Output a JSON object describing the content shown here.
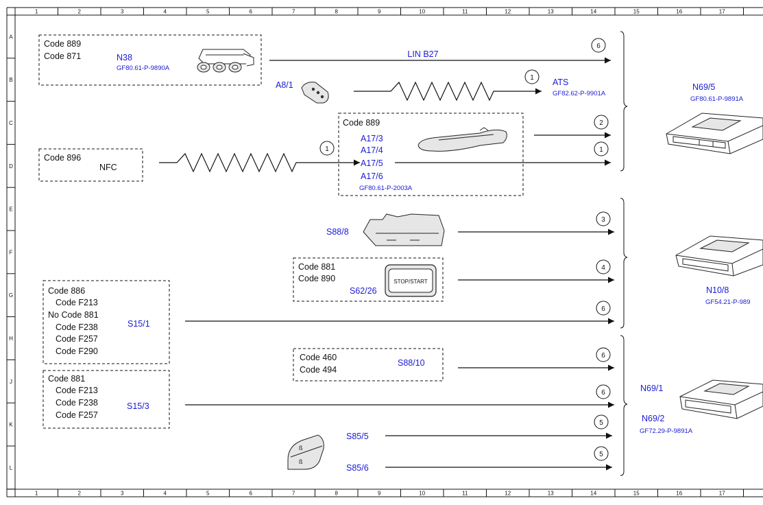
{
  "grid": {
    "columns": [
      "1",
      "2",
      "3",
      "4",
      "5",
      "6",
      "7",
      "8",
      "9",
      "10",
      "11",
      "12",
      "13",
      "14",
      "15",
      "16",
      "17"
    ],
    "rows": [
      "A",
      "B",
      "C",
      "D",
      "E",
      "F",
      "G",
      "H",
      "J",
      "K",
      "L"
    ]
  },
  "boxes": {
    "n38": {
      "codes": [
        "Code 889",
        "Code 871"
      ],
      "id": "N38",
      "ref": "GF80.61-P-9890A"
    },
    "nfc": {
      "code": "Code 896",
      "label": "NFC"
    },
    "door_handle": {
      "code": "Code 889",
      "ids": [
        "A17/3",
        "A17/4",
        "A17/5",
        "A17/6"
      ],
      "ref": "GF80.61-P-2003A"
    },
    "s62": {
      "codes": [
        "Code 881",
        "Code 890"
      ],
      "id": "S62/26",
      "button_text": "STOP/START"
    },
    "s15_1": {
      "lines": [
        "Code 886",
        "Code F213",
        "No Code 881",
        "Code F238",
        "Code F257",
        "Code F290"
      ],
      "id": "S15/1"
    },
    "s88_10": {
      "codes": [
        "Code 460",
        "Code 494"
      ],
      "id": "S88/10"
    },
    "s15_3": {
      "lines": [
        "Code 881",
        "Code F213",
        "Code F238",
        "Code F257"
      ],
      "id": "S15/3"
    }
  },
  "labels": {
    "lin": "LIN B27",
    "a8": "A8/1",
    "ats": "ATS",
    "ats_ref": "GF82.62-P-9901A",
    "s88_8": "S88/8",
    "s85_5": "S85/5",
    "s85_6": "S85/6"
  },
  "circles": {
    "lin": "6",
    "ats": "1",
    "nfc": "1",
    "c2": "2",
    "c1": "1",
    "e3": "3",
    "e4": "4",
    "e6": "6",
    "h6": "6",
    "j6": "6",
    "k5": "5",
    "l5": "5"
  },
  "modules": {
    "n69_5": {
      "id": "N69/5",
      "ref": "GF80.61-P-9891A"
    },
    "n10_8": {
      "id": "N10/8",
      "ref": "GF54.21-P-989"
    },
    "n69_1": {
      "id": "N69/1"
    },
    "n69_2": {
      "id": "N69/2",
      "ref": "GF72.29-P-9891A"
    }
  },
  "colors": {
    "label_blue": "#1a1ad6",
    "line": "#111111"
  }
}
